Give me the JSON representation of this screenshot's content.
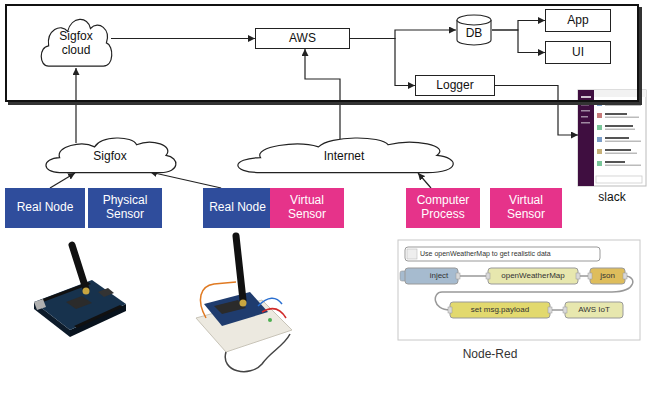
{
  "diagram": {
    "nodes": [
      {
        "text": []
      },
      {
        "text": [
          "Sigfox cloud"
        ],
        "in": 0
      },
      {
        "text": [
          "AWS"
        ],
        "in": 0
      },
      {
        "text": [
          "DB"
        ],
        "in": 0
      },
      {
        "text": [
          "App"
        ],
        "in": 0
      },
      {
        "text": [
          "UI"
        ],
        "in": 0
      },
      {
        "text": [
          "Logger"
        ],
        "in": 0
      },
      {
        "text": [
          "slack"
        ]
      },
      {
        "text": [
          "Sigfox"
        ]
      },
      {
        "text": [
          "Internet"
        ]
      },
      {
        "text": [
          "Real Node"
        ]
      },
      {
        "text": [
          "Physical Sensor"
        ]
      },
      {
        "text": [
          "Real Node"
        ]
      },
      {
        "text": [
          "Virtual Sensor"
        ]
      },
      {
        "text": [
          "Computer Process"
        ]
      },
      {
        "text": [
          "Virtual Sensor"
        ]
      }
    ],
    "edges": [
      {
        "from": 8,
        "to": 1,
        "arrow": "to"
      },
      {
        "from": 1,
        "to": 2,
        "arrow": "to"
      },
      {
        "from": 2,
        "to": 3,
        "arrow": "to"
      },
      {
        "from": 2,
        "to": 6,
        "arrow": "to"
      },
      {
        "from": 3,
        "to": 4,
        "arrow": "to"
      },
      {
        "from": 3,
        "to": 5,
        "arrow": "to"
      },
      {
        "from": 6,
        "to": 7,
        "arrow": "to"
      },
      {
        "from": 9,
        "to": 2,
        "arrow": "to"
      },
      {
        "from": 10,
        "to": 8,
        "arrow": "to"
      },
      {
        "from": 12,
        "to": 8,
        "arrow": "to"
      },
      {
        "from": 14,
        "to": 9,
        "arrow": "to"
      }
    ],
    "labels": [
      "Use openWeatherMap to get realistic data",
      "inject",
      "openWeatherMap",
      "json",
      "set msg.payload",
      "AWS IoT",
      "Node-Red"
    ]
  }
}
